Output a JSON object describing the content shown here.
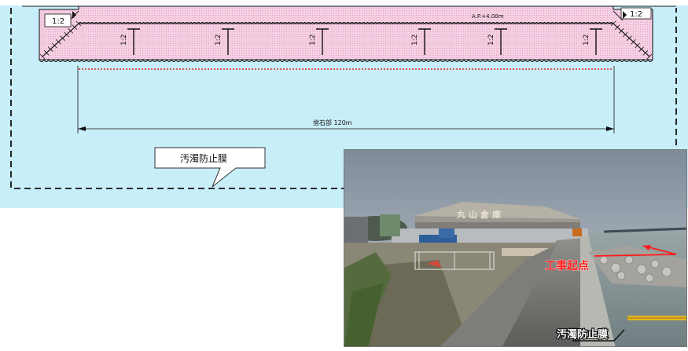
{
  "plan": {
    "water_color": "#c8eef9",
    "mound_fill": "#f6cfe3",
    "slope_left_label": "1:2",
    "slope_right_label": "1:2",
    "elevation_label": "A.P.+4.00m",
    "section_slope_labels": [
      "1:2",
      "1:2",
      "1:2",
      "1:2",
      "1:2",
      "1:2"
    ],
    "dimension_label": "捨石部 120m",
    "callout_text": "汚濁防止膜"
  },
  "photo": {
    "warehouse_sign": "丸山倉庫",
    "start_point_label": "工事起点",
    "fence_label": "汚濁防止膜",
    "label_color": "#ff1a1a"
  }
}
